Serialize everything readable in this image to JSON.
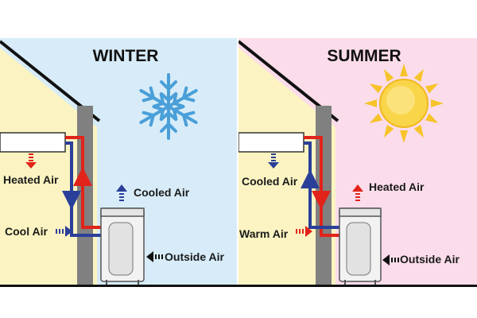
{
  "colors": {
    "winter_sky": "#d7ecf8",
    "summer_sky": "#fbdcea",
    "house_wall": "#fbf4c2",
    "wall_column": "#808080",
    "pipe_red": "#e2231a",
    "pipe_blue": "#2a3f9a",
    "snowflake": "#4a9fd8",
    "sun": "#f6c42a",
    "roof_line": "#111111"
  },
  "winter": {
    "title": "WINTER",
    "icon": "snowflake-icon",
    "labels": {
      "indoor_out": "Heated Air",
      "indoor_in": "Cool Air",
      "unit_out": "Cooled Air",
      "unit_in": "Outside Air"
    }
  },
  "summer": {
    "title": "SUMMER",
    "icon": "sun-icon",
    "labels": {
      "indoor_out": "Cooled Air",
      "indoor_in": "Warm Air",
      "unit_out": "Heated Air",
      "unit_in": "Outside Air"
    }
  }
}
